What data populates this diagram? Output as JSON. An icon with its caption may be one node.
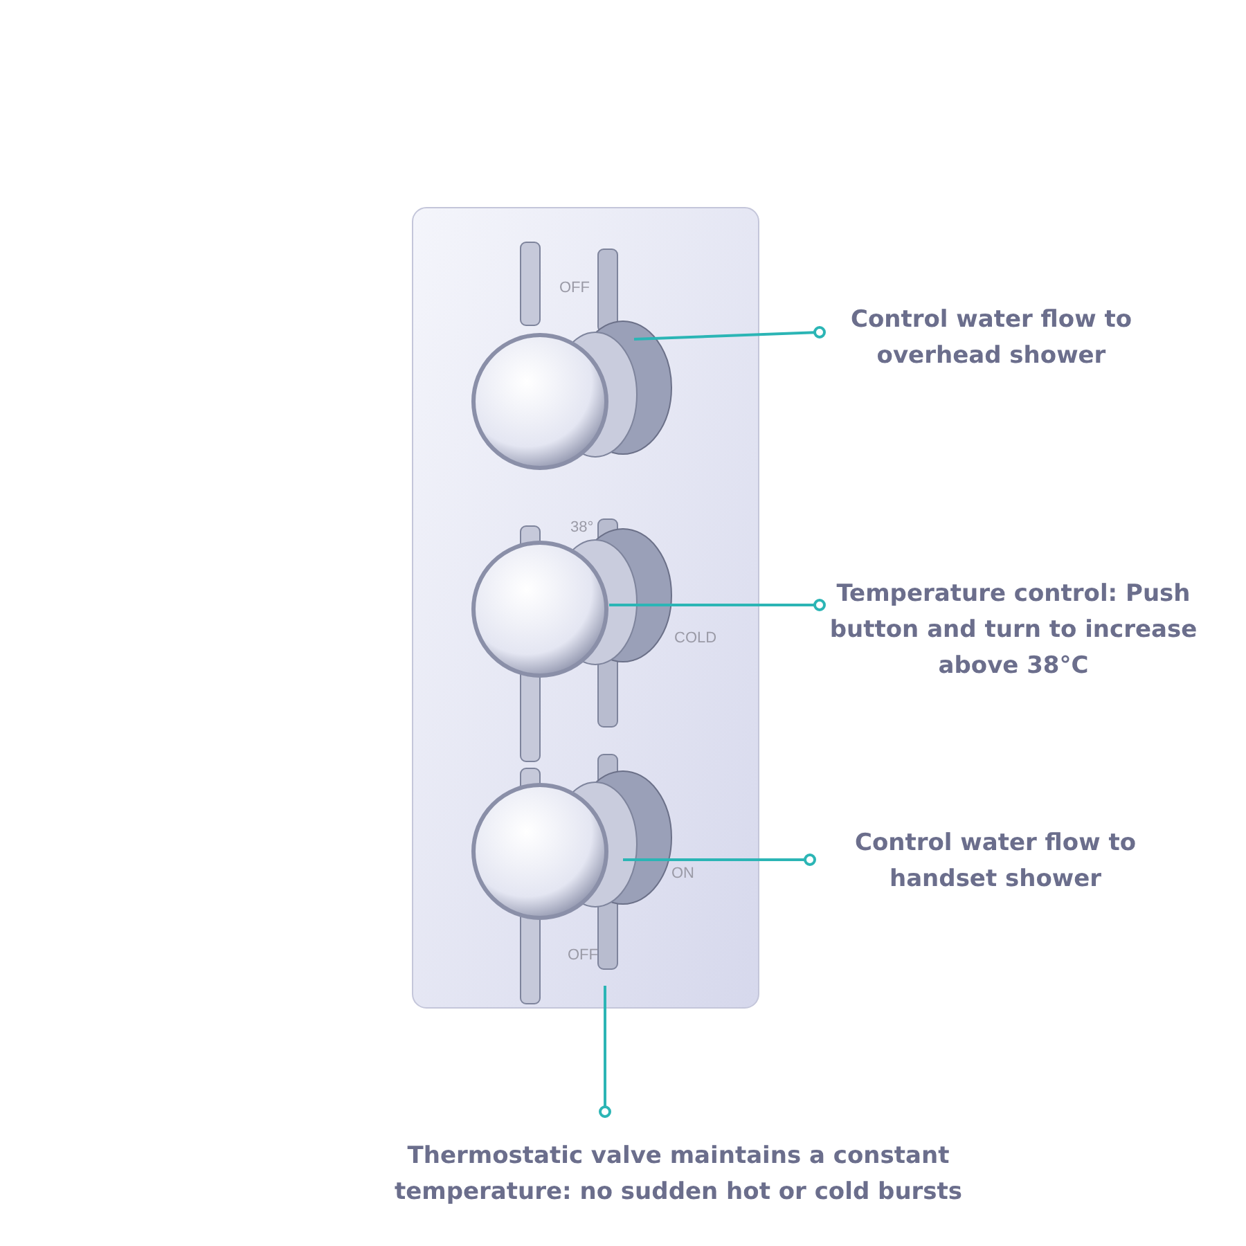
{
  "diagram": {
    "nodes": [
      {
        "text": [
          "Control water flow to overhead shower"
        ]
      },
      {
        "text": [
          "Temperature control: Push button and turn to increase above 38°C"
        ]
      },
      {
        "text": [
          "Control water flow to handset shower"
        ]
      },
      {
        "text": [
          "Thermostatic valve maintains a constant temperature: no sudden hot or cold bursts"
        ]
      }
    ],
    "edges": [
      {
        "from": 0,
        "to": null,
        "arrow": "other"
      },
      {
        "from": 1,
        "to": null,
        "arrow": "other"
      },
      {
        "from": 2,
        "to": null,
        "arrow": "other"
      },
      {
        "from": 3,
        "to": null,
        "arrow": "other"
      }
    ],
    "labels": [
      "OFF",
      "38°",
      "COLD",
      "ON",
      "OFF"
    ]
  }
}
